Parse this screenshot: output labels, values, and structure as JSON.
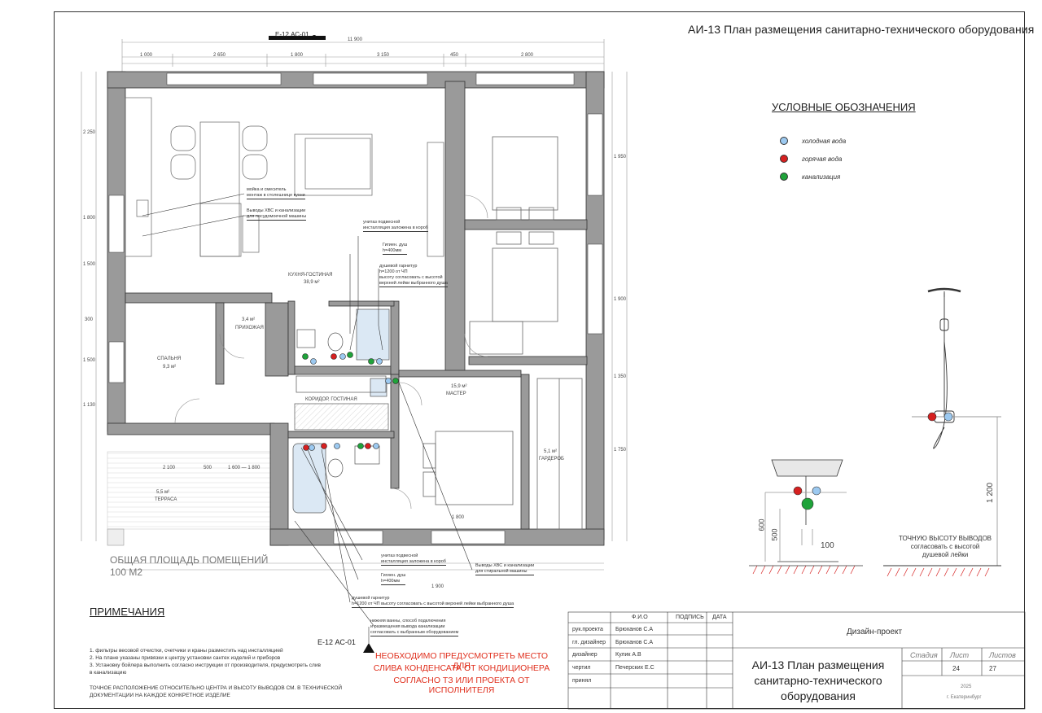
{
  "sheet_title": "АИ-13 План размещения санитарно-технического оборудования",
  "legend": {
    "title": "УСЛОВНЫЕ ОБОЗНАЧЕНИЯ",
    "items": [
      {
        "label": "холодная вода",
        "color": "#9cc9f0"
      },
      {
        "label": "горячая вода",
        "color": "#d62020"
      },
      {
        "label": "канализация",
        "color": "#1fa33a"
      }
    ]
  },
  "rooms": {
    "kitchen": "КУХНЯ-ГОСТИНАЯ",
    "kitchen_area": "38,9 м²",
    "bedroom_small": "СПАЛЬНЯ",
    "bedroom_small_area": "9,3 м²",
    "hall": "ПРИХОЖАЯ",
    "hall_area": "3,4 м²",
    "corridor": "КОРИДОР, ГОСТИНАЯ",
    "master": "МАСТЕР",
    "master_area": "15,9 м²",
    "wardrobe": "ГАРДЕРОБ",
    "wardrobe_area": "5,1 м²",
    "terrace": "ТЕРРАСА",
    "terrace_area": "5,5 м²"
  },
  "dimensions": {
    "top_total": "11 900",
    "top": [
      "1 000",
      "2 650",
      "1 800",
      "3 150",
      "450",
      "2 800"
    ],
    "left": [
      "2 250",
      "1 800",
      "1 500",
      "300",
      "1 500",
      "1 130"
    ],
    "right": [
      "1 950",
      "1 900",
      "1 350",
      "1 750"
    ],
    "bottom": [
      "2 100",
      "500",
      "1 600 — 1 800",
      "1 800",
      "1 900"
    ],
    "stand_h1": "600",
    "stand_h2": "500",
    "stand_w": "100",
    "shower_h": "1 200"
  },
  "callouts": {
    "c1": "мойка и смеситель\nмонтаж в столешнице кухни",
    "c2": "Выводы ХВС и канализации\nдля посудомоечной машины",
    "c3": "унитаз подвесной\nинсталляция заложена в короб",
    "c4": "Гигиен. душ\nh=400мм",
    "c5": "душевой гарнитур\nh=1200 от ЧП\nвысоту согласовать с высотой\nверхней лейки выбранного душа",
    "c6": "унитаз подвесной\nинсталляция заложена в короб",
    "c7": "Гигиен. душ\nh=400мм",
    "c8": "Выводы ХВС и канализации\nдля стиральной машины",
    "c9": "душевой гарнитур\nh=1200 от ЧП высоту согласовать с высотой верхней лейки выбранного душа",
    "c10": "нижняя ванны, способ подключения\nи размещения вывода канализации\nсогласовать с выбранным оборудованием"
  },
  "total_area": {
    "label": "ОБЩАЯ ПЛОЩАДЬ ПОМЕЩЕНИЙ",
    "value": "100 М2"
  },
  "section_marks": {
    "bottom": "Е-12 АС-01",
    "top": "Е-12 АС-01"
  },
  "shower_note": "ТОЧНУЮ ВЫСОТУ ВЫВОДОВ\nсогласовать с высотой\nдушевой лейки",
  "notes": {
    "title": "ПРИМЕЧАНИЯ",
    "lines": [
      "1. фильтры весовой отчистки, счетчики и краны разместить над инсталляцией",
      "2. На плане указаны привязки к центру установки сантех изделий и приборов",
      "3. Установку бойлера выполнить согласно инструкции от производителя, предусмотреть слив",
      "в канализацию",
      "ТОЧНОЕ РАСПОЛОЖЕНИЕ ОТНОСИТЕЛЬНО ЦЕНТРА И ВЫСОТУ ВЫВОДОВ СМ. В ТЕХНИЧЕСКОЙ",
      "ДОКУМЕНТАЦИИ НА КАЖДОЕ КОНКРЕТНОЕ ИЗДЕЛИЕ"
    ]
  },
  "warning": {
    "line1": "НЕОБХОДИМО ПРЕДУСМОТРЕТЬ МЕСТО ДЛЯ",
    "line2": "СЛИВА КОНДЕНСАТА ОТ КОНДИЦИОНЕРА",
    "line3": "СОГЛАСНО ТЗ ИЛИ ПРОЕКТА ОТ ИСПОЛНИТЕЛЯ"
  },
  "title_block": {
    "headers": {
      "fio": "Ф.И.О",
      "sign": "ПОДПИСЬ",
      "date": "ДАТА"
    },
    "rows": [
      {
        "role": "рук.проекта",
        "name": "Брюханов С.А"
      },
      {
        "role": "гл. дизайнер",
        "name": "Брюханов С.А"
      },
      {
        "role": "дизайнер",
        "name": "Кулик А.В"
      },
      {
        "role": "чертил",
        "name": "Печерских Е.С"
      },
      {
        "role": "принял",
        "name": ""
      }
    ],
    "project_type": "Дизайн-проект",
    "sheet_name_l1": "АИ-13 План размещения",
    "sheet_name_l2": "санитарно-технического",
    "sheet_name_l3": "оборудования",
    "stage_label": "Стадия",
    "sheet_label": "Лист",
    "sheets_label": "Листов",
    "sheet_no": "24",
    "sheets_total": "27",
    "year": "2025",
    "city": "г. Екатеринбург"
  }
}
